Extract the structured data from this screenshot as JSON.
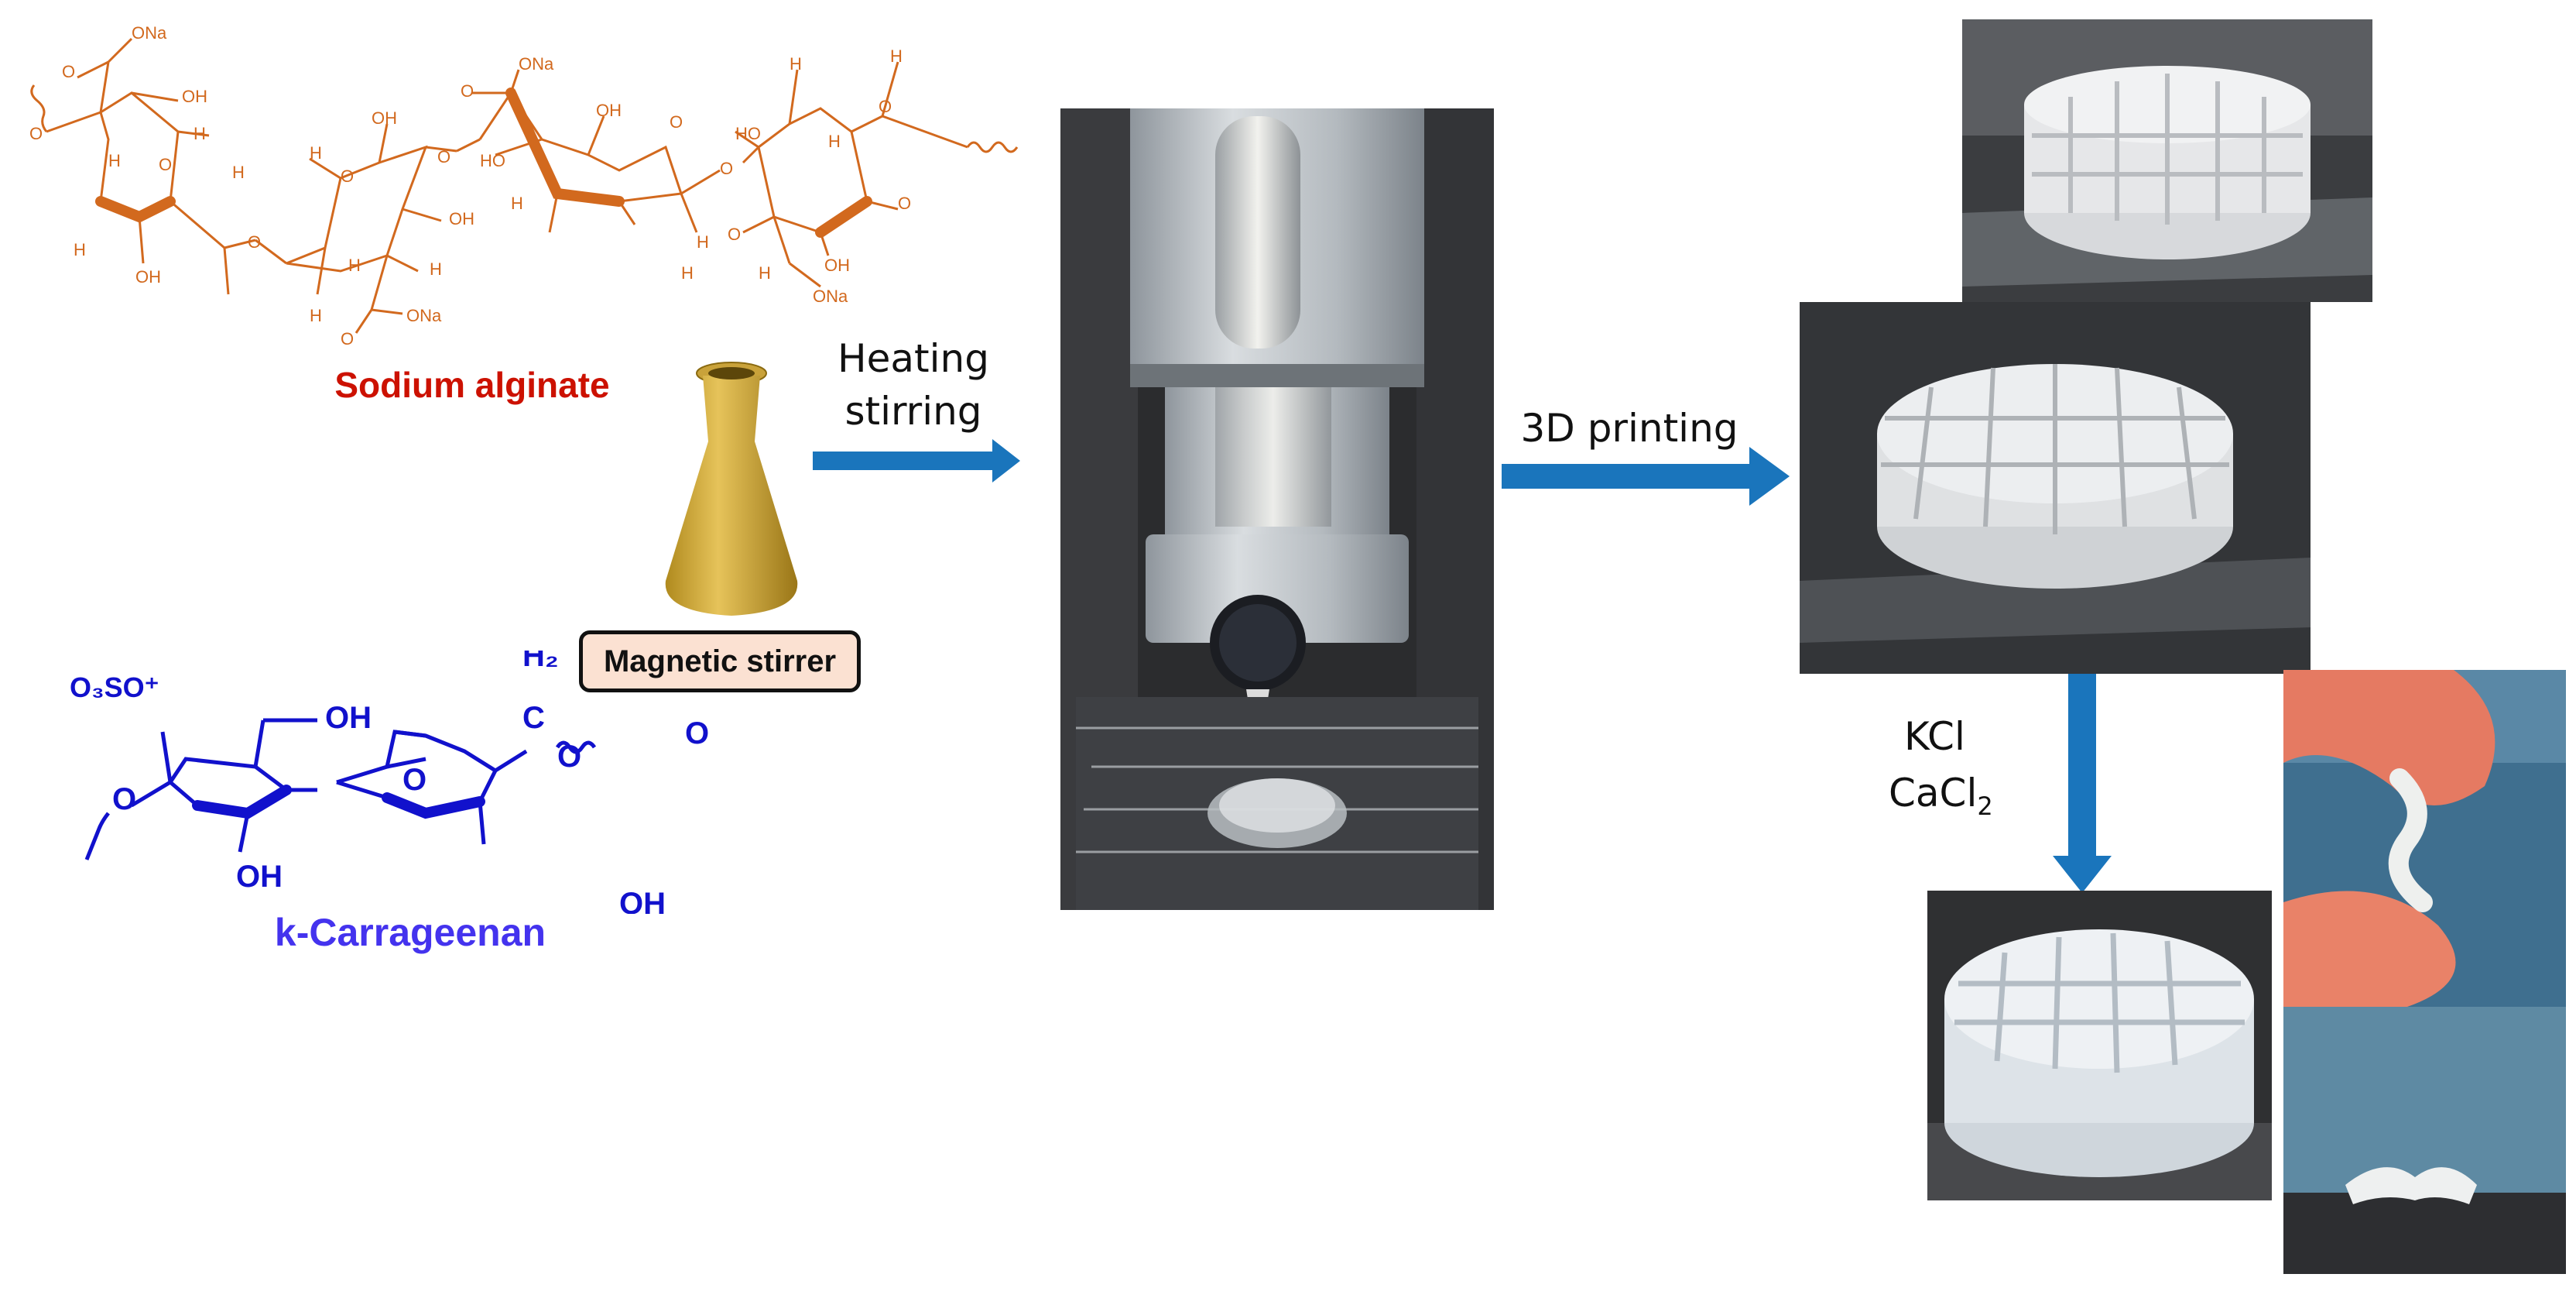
{
  "figure": {
    "top_molecule": {
      "name": "Sodium alginate",
      "color": "#cc1100",
      "atom_labels": [
        "ONa",
        "O",
        "O",
        "OH",
        "H",
        "H",
        "O",
        "OH",
        "OH",
        "H",
        "OH",
        "H",
        "O",
        "H",
        "H",
        "ONa",
        "O",
        "OH",
        "O",
        "H",
        "HO",
        "O",
        "H",
        "OH",
        "H",
        "O",
        "H",
        "H",
        "HO",
        "H",
        "H",
        "H",
        "OH",
        "H",
        "O",
        "O",
        "OH",
        "H",
        "H",
        "ONa"
      ]
    },
    "bottom_molecule": {
      "name": "k-Carrageenan",
      "color": "#1111cc",
      "label_color": "#4433ee",
      "atom_labels": [
        "O3SO⁺",
        "OH",
        "H2",
        "O",
        "O",
        "O",
        "OH",
        "OH",
        "O"
      ]
    },
    "stirrer_label": "Magnetic stirrer",
    "step1": {
      "line1": "Heating",
      "line2": "stirring"
    },
    "step2": "3D printing",
    "step3": {
      "line1": "KCl",
      "line2": "CaCl",
      "line2_sub": "2"
    },
    "arrow_color": "#1a75bc",
    "flask_color": "#d9b445",
    "stirrer_box_color": "#fbe1d2"
  }
}
